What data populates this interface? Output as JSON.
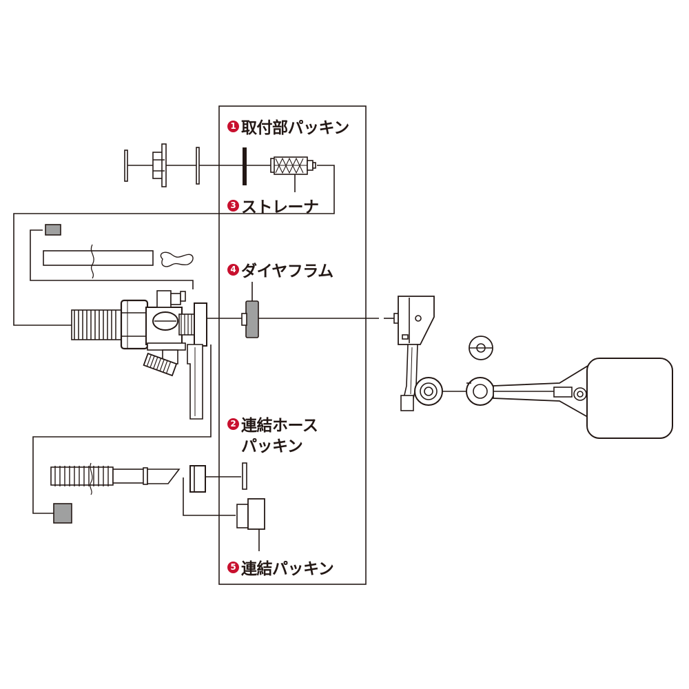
{
  "labels": {
    "mount_packing": {
      "num": "1",
      "text": "取付部パッキン"
    },
    "hose_packing": {
      "num": "2",
      "text": "連結ホース",
      "text2": "パッキン"
    },
    "strainer": {
      "num": "3",
      "text": "ストレーナ"
    },
    "diaphragm": {
      "num": "4",
      "text": "ダイヤフラム"
    },
    "joint_packing": {
      "num": "5",
      "text": "連結パッキン"
    }
  },
  "colors": {
    "line": "#231815",
    "number_badge": "#c8102e",
    "part_fill_gray": "#9fa0a0"
  }
}
